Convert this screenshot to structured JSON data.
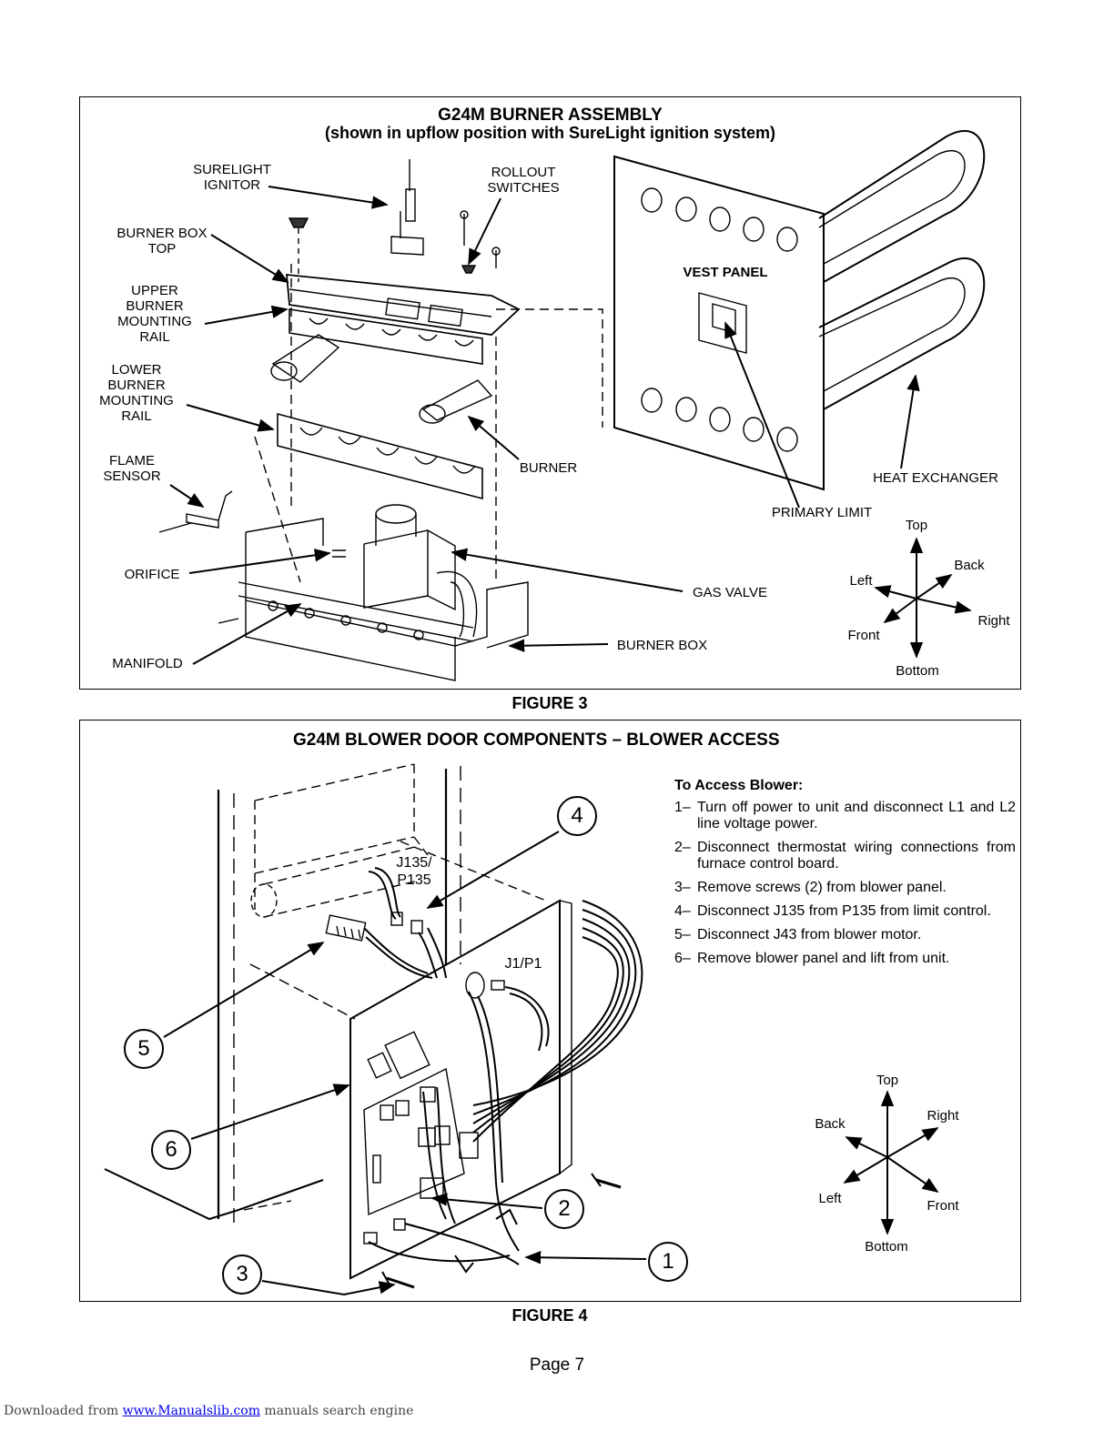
{
  "figure3": {
    "title": "G24M  BURNER ASSEMBLY",
    "subtitle": "(shown in upflow position with SureLight ignition system)",
    "labels": {
      "surelight_ignitor": [
        "SURELIGHT",
        "IGNITOR"
      ],
      "rollout_switches": [
        "ROLLOUT",
        "SWITCHES"
      ],
      "burner_box_top": [
        "BURNER BOX",
        "TOP"
      ],
      "upper_rail": [
        "UPPER",
        "BURNER",
        "MOUNTING",
        "RAIL"
      ],
      "lower_rail": [
        "LOWER",
        "BURNER",
        "MOUNTING",
        "RAIL"
      ],
      "flame_sensor": [
        "FLAME",
        "SENSOR"
      ],
      "orifice": "ORIFICE",
      "manifold": "MANIFOLD",
      "vest_panel": "VEST PANEL",
      "burner": "BURNER",
      "heat_exchanger": "HEAT EXCHANGER",
      "primary_limit": "PRIMARY LIMIT",
      "gas_valve": "GAS VALVE",
      "burner_box": "BURNER BOX"
    },
    "compass": {
      "top": "Top",
      "back": "Back",
      "left": "Left",
      "right": "Right",
      "front": "Front",
      "bottom": "Bottom"
    },
    "caption": "FIGURE 3"
  },
  "figure4": {
    "title": "G24M BLOWER DOOR COMPONENTS – BLOWER ACCESS",
    "labels": {
      "j135": [
        "J135/",
        "P135"
      ],
      "j1": "J1/P1"
    },
    "callouts": [
      "1",
      "2",
      "3",
      "4",
      "5",
      "6"
    ],
    "instructions": {
      "heading": "To Access Blower:",
      "steps": [
        {
          "num": "1–",
          "text": "Turn off power to unit and disconnect L1 and L2 line voltage power."
        },
        {
          "num": "2–",
          "text": "Disconnect thermostat wiring connections from furnace control board."
        },
        {
          "num": "3–",
          "text": "Remove screws (2) from blower panel."
        },
        {
          "num": "4–",
          "text": "Disconnect J135 from P135 from limit control."
        },
        {
          "num": "5–",
          "text": "Disconnect J43 from blower motor."
        },
        {
          "num": "6–",
          "text": "Remove blower panel and lift from unit."
        }
      ]
    },
    "compass": {
      "top": "Top",
      "back": "Back",
      "right": "Right",
      "left": "Left",
      "front": "Front",
      "bottom": "Bottom"
    },
    "caption": "FIGURE 4"
  },
  "page_label": "Page 7",
  "footer": {
    "prefix": "Downloaded from ",
    "link": "www.Manualslib.com",
    "suffix": "  manuals search engine"
  }
}
